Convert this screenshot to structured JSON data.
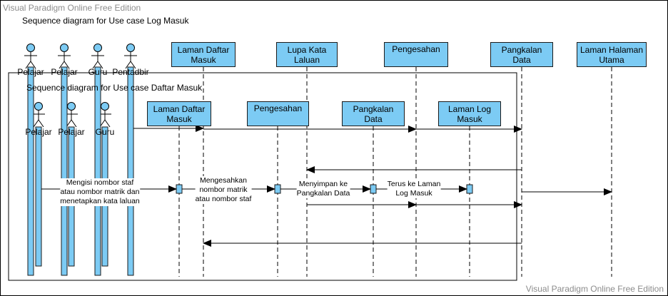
{
  "watermark_top": "Visual Paradigm Online Free Edition",
  "watermark_bottom": "Visual Paradigm Online Free Edition",
  "outer_title": "Sequence diagram for Use case Log Masuk",
  "inner_title": "Sequence diagram for Use case Daftar Masuk",
  "outer_actors": [
    "Pelajar",
    "Pelajar",
    "Guru",
    "Pentadbir"
  ],
  "outer_lifelines": [
    {
      "line1": "Laman Daftar",
      "line2": "Masuk"
    },
    {
      "line1": "Lupa Kata",
      "line2": "Laluan"
    },
    {
      "line1": "Pengesahan",
      "line2": ""
    },
    {
      "line1": "Pangkalan",
      "line2": "Data"
    },
    {
      "line1": "Laman Halaman",
      "line2": "Utama"
    }
  ],
  "inner_actors": [
    "Pelajar",
    "Pelajar",
    "Guru"
  ],
  "inner_lifelines": [
    {
      "line1": "Laman Daftar",
      "line2": "Masuk"
    },
    {
      "line1": "Pengesahan",
      "line2": ""
    },
    {
      "line1": "Pangkalan",
      "line2": "Data"
    },
    {
      "line1": "Laman Log",
      "line2": "Masuk"
    }
  ],
  "messages": [
    {
      "line1": "Mengisi nombor staf",
      "line2": "atau nombor matrik dan",
      "line3": "menetapkan kata laluan"
    },
    {
      "line1": "Mengesahkan",
      "line2": "nombor matrik",
      "line3": "atau nombor staf"
    },
    {
      "line1": "Menyimpan ke",
      "line2": "Pangkalan Data",
      "line3": ""
    },
    {
      "line1": "Terus ke Laman",
      "line2": "Log Masuk",
      "line3": ""
    }
  ]
}
